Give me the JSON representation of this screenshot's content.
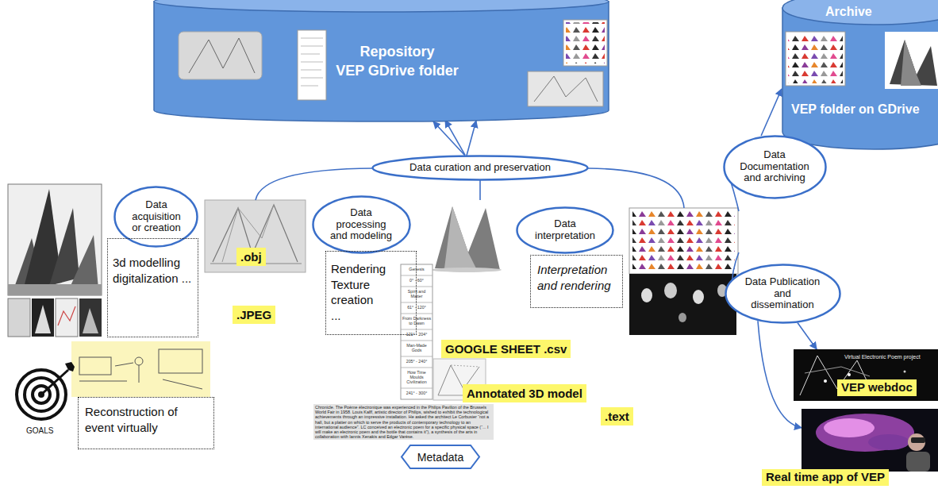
{
  "diagram": {
    "nodes": [
      {
        "text": [
          "Repository",
          "VEP GDrive folder"
        ]
      },
      {
        "text": [
          "Archive",
          "VEP folder on GDrive"
        ]
      },
      {
        "text": [
          "Data curation and preservation"
        ]
      },
      {
        "text": [
          "Data acquisition or creation"
        ]
      },
      {
        "text": [
          "3d modelling digitalization ..."
        ]
      },
      {
        "text": [
          ".obj"
        ]
      },
      {
        "text": [
          ".JPEG"
        ]
      },
      {
        "text": [
          "Data processing and modeling"
        ]
      },
      {
        "text": [
          "Rendering Texture creation ..."
        ]
      },
      {
        "text": [
          "Data interpretation"
        ]
      },
      {
        "text": [
          "Interpretation and rendering"
        ]
      },
      {
        "text": [
          "Data Documentation and archiving"
        ]
      },
      {
        "text": [
          "Data Publication and dissemination"
        ]
      },
      {
        "text": [
          "GOOGLE SHEET .csv"
        ]
      },
      {
        "text": [
          "Annotated 3D model"
        ]
      },
      {
        "text": [
          ".text"
        ]
      },
      {
        "text": [
          "Metadata"
        ]
      },
      {
        "text": [
          "Reconstruction of event virtually"
        ]
      },
      {
        "text": [
          "VEP webdoc"
        ]
      },
      {
        "text": [
          "Real time app of VEP"
        ]
      }
    ],
    "edges": [
      {
        "from": 2,
        "to": 0,
        "arrow": "to"
      },
      {
        "from": 11,
        "to": 1,
        "arrow": "to"
      },
      {
        "from": 12,
        "to": 18,
        "arrow": "to"
      },
      {
        "from": 12,
        "to": 19,
        "arrow": "to"
      }
    ],
    "labels": [
      "Genesis",
      "0° - 60°",
      "Spirit and Matter",
      "61° - 120°",
      "From Darkness to Dawn",
      "121° - 204°",
      "Man-Made Gods",
      "205° - 240°",
      "How Time Moulds Civilization",
      "241° - 300°",
      "Chronicle. The Poème électronique was experienced in the Philips Pavilion of the Brussels World Fair in 1958. Louis Kalff, artistic director of Philips, wished to exhibit the technological achievements through an impressive installation. He asked the architect Le Corbusier “not a hall, but a platter on which to serve the products of contemporary technology to an international audience”. LC conceived an electronic poem for a specific physical space (“... I will make an electronic poem and the bottle that contains it”), a synthesis of the arts in collaboration with Iannis Xenakis and Edgar Varèse.",
      "GOALS",
      "Virtual Electronic Poem project"
    ]
  }
}
